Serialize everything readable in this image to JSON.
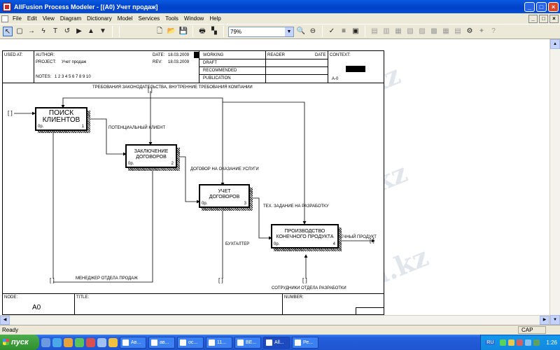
{
  "window": {
    "title": "AllFusion Process Modeler - [(A0)  Учет продаж]",
    "minimize": "_",
    "maximize": "□",
    "close": "×"
  },
  "menu": [
    "File",
    "Edit",
    "View",
    "Diagram",
    "Dictionary",
    "Model",
    "Services",
    "Tools",
    "Window",
    "Help"
  ],
  "toolbar": {
    "zoom_value": "79%"
  },
  "form": {
    "used_at": "USED AT:",
    "author": "AUTHOR:",
    "project_label": "PROJECT:",
    "project_value": "Учет продаж",
    "notes_label": "NOTES:",
    "notes_nums": "1  2  3  4  5  6  7  8  9  10",
    "date_label": "DATE:",
    "date_value": "18.03.2009",
    "rev_label": "REV:",
    "rev_value": "18.03.2009",
    "status": [
      "WORKING",
      "DRAFT",
      "RECOMMENDED",
      "PUBLICATION"
    ],
    "reader": "READER",
    "reader_date": "DATE",
    "context": "CONTEXT:",
    "context_node": "A-0",
    "node_label": "NODE:",
    "node_value": "A0",
    "title_label": "TITLE:",
    "number_label": "NUMBER:"
  },
  "diagram": {
    "boxes": [
      {
        "label1": "ПОИСК",
        "label2": "КЛИЕНТОВ",
        "cost": "0р.",
        "num": "1"
      },
      {
        "label1": "ЗАКЛЮЧЕНИЕ",
        "label2": "ДОГОВОРОВ",
        "cost": "0р.",
        "num": "2"
      },
      {
        "label1": "УЧЕТ",
        "label2": "ДОГОВОРОВ",
        "cost": "0р.",
        "num": "3"
      },
      {
        "label1": "ПРОИЗВОДСТВО",
        "label2": "КОНЕЧНОГО ПРОДУКТА",
        "cost": "0р.",
        "num": "4"
      }
    ],
    "arrows": {
      "control": "ТРЕБОВАНИЯ ЗАКОНОДАТЕЛЬСТВА, ВНУТРЕННИЕ ТРЕБОВАНИЯ КОМПАНИИ",
      "potential_client": "ПОТЕНЦИАЛЬНЫЙ КЛИЕНТ",
      "service_contract": "ДОГОВОР НА ОКАЗАНИЕ УСЛУГИ",
      "tech_task": "ТЕХ. ЗАДАНИЕ НА РАЗРАБОТКУ",
      "final_product": "КОНЕЧНЫЙ ПРОДУКТ",
      "accountant": "БУХГАЛТЕР",
      "sales_manager": "МЕНЕДЖЕР ОТДЕЛА ПРОДАЖ",
      "dev_staff": "СОТРУДНИКИ ОТДЕЛА РАЗРАБОТКИ"
    },
    "tunnel": "[ ]"
  },
  "watermark": "Stud.kz - Stud.kz",
  "status": {
    "text": "Ready",
    "cap": "CAP"
  },
  "taskbar": {
    "start": "пуск",
    "tasks": [
      "Ав...",
      "ав...",
      "ос...",
      "11...",
      "ВЕ...",
      "All...",
      "Ре..."
    ],
    "lang": "RU",
    "clock": "1:26"
  }
}
